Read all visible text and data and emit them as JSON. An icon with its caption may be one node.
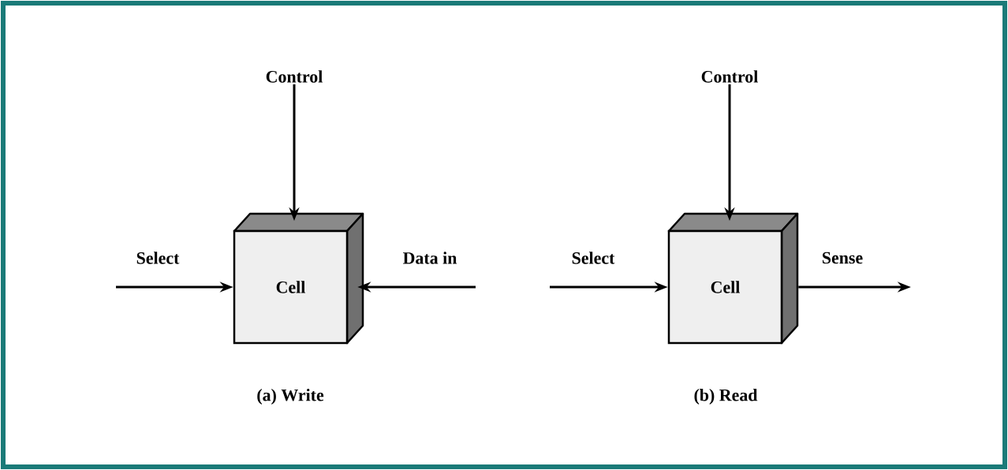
{
  "diagram": {
    "nodes": [
      {
        "text": [
          "Control"
        ]
      },
      {
        "text": [
          "Cell"
        ]
      },
      {
        "text": [
          "Control"
        ]
      },
      {
        "text": [
          "Cell"
        ]
      }
    ],
    "edges": [
      {
        "from": 0,
        "to": 1,
        "arrow": "to"
      },
      {
        "from": null,
        "to": 1,
        "arrow": "to",
        "label": "Select"
      },
      {
        "from": null,
        "to": 1,
        "arrow": "to",
        "label": "Data in"
      },
      {
        "from": 2,
        "to": 3,
        "arrow": "to"
      },
      {
        "from": null,
        "to": 3,
        "arrow": "to",
        "label": "Select"
      },
      {
        "from": 3,
        "to": null,
        "arrow": "to",
        "label": "Sense"
      }
    ],
    "labels": [
      "(a) Write",
      "(b) Read"
    ]
  }
}
